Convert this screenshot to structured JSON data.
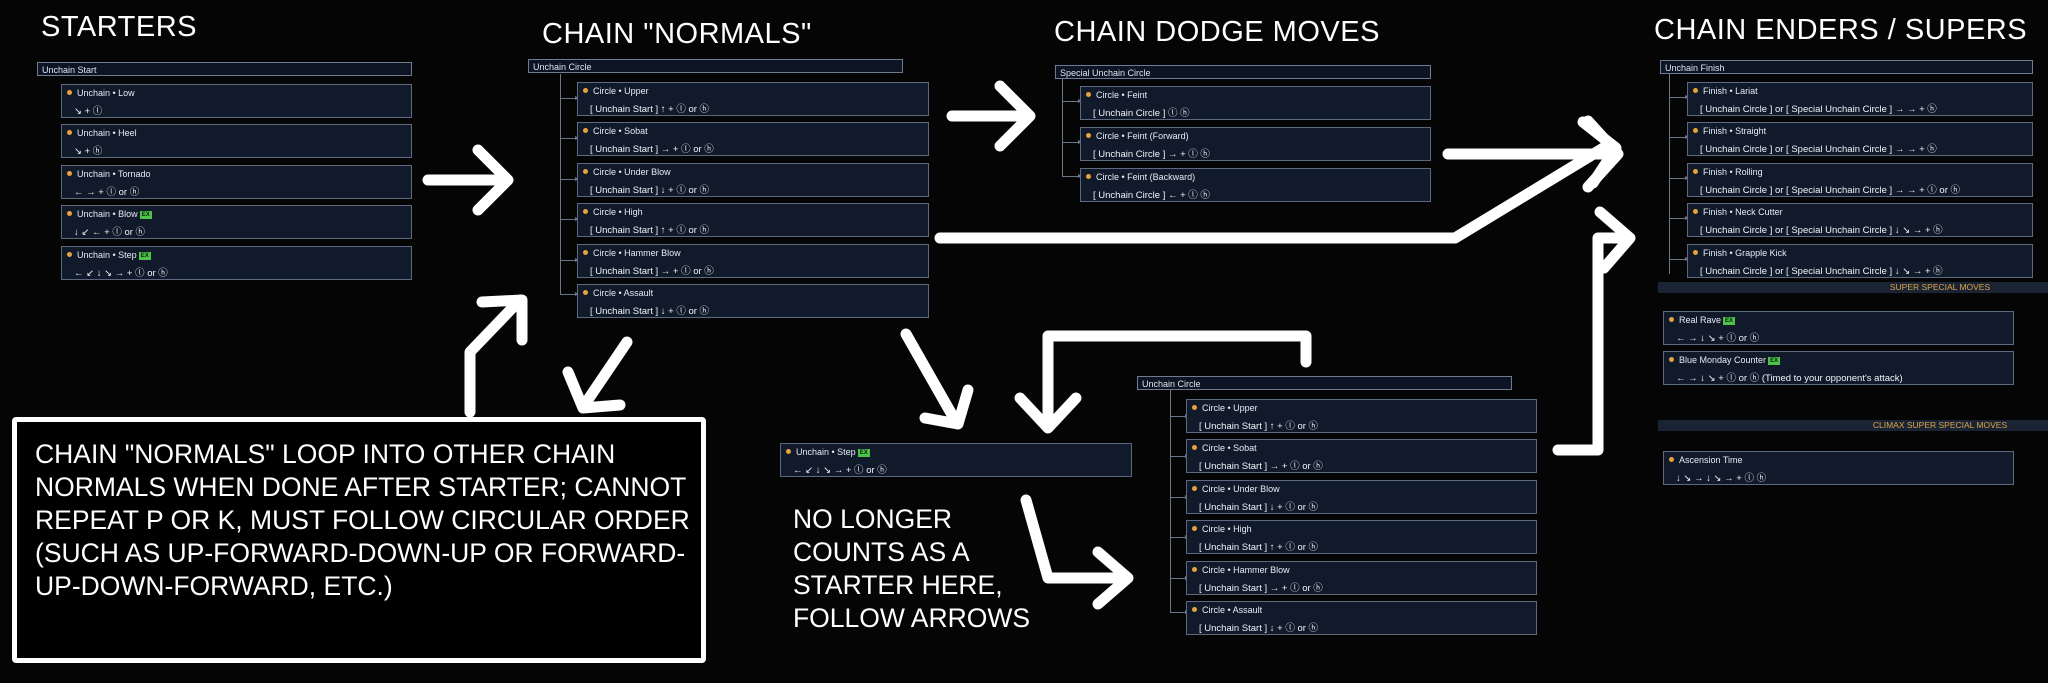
{
  "headings": {
    "starters": "STARTERS",
    "normals": "CHAIN \"NORMALS\"",
    "dodge": "CHAIN DODGE MOVES",
    "enders": "CHAIN ENDERS / SUPERS"
  },
  "starters": {
    "header": "Unchain Start",
    "items": [
      {
        "name": "Unchain • Low",
        "input": "↘ + ⓛ",
        "ex": ""
      },
      {
        "name": "Unchain • Heel",
        "input": "↘ + ⓗ",
        "ex": ""
      },
      {
        "name": "Unchain • Tornado",
        "input": "← → + ⓛ or ⓗ",
        "ex": ""
      },
      {
        "name": "Unchain • Blow",
        "input": "↓ ↙ ← + ⓛ or ⓗ",
        "ex": "EX"
      },
      {
        "name": "Unchain • Step",
        "input": "← ↙ ↓ ↘ → + ⓛ or ⓗ",
        "ex": "EX"
      }
    ]
  },
  "normals": {
    "header": "Unchain Circle",
    "items": [
      {
        "name": "Circle • Upper",
        "input": "[ Unchain Start ] ↑ + ⓛ or ⓗ"
      },
      {
        "name": "Circle • Sobat",
        "input": "[ Unchain Start ] → + ⓛ or ⓗ"
      },
      {
        "name": "Circle • Under Blow",
        "input": "[ Unchain Start ] ↓ + ⓛ or ⓗ"
      },
      {
        "name": "Circle • High",
        "input": "[ Unchain Start ] ↑ + ⓛ or ⓗ"
      },
      {
        "name": "Circle • Hammer Blow",
        "input": "[ Unchain Start ] → + ⓛ or ⓗ"
      },
      {
        "name": "Circle • Assault",
        "input": "[ Unchain Start ] ↓ + ⓛ or ⓗ"
      }
    ]
  },
  "dodge": {
    "header": "Special Unchain Circle",
    "items": [
      {
        "name": "Circle • Feint",
        "input": "[ Unchain Circle ] ⓛ ⓗ"
      },
      {
        "name": "Circle • Feint (Forward)",
        "input": "[ Unchain Circle ] → + ⓛ ⓗ"
      },
      {
        "name": "Circle • Feint (Backward)",
        "input": "[ Unchain Circle ] ← + ⓛ ⓗ"
      }
    ]
  },
  "enders": {
    "header": "Unchain Finish",
    "items": [
      {
        "name": "Finish • Lariat",
        "input": "[ Unchain Circle ] or [ Special Unchain Circle ] → → + ⓗ"
      },
      {
        "name": "Finish • Straight",
        "input": "[ Unchain Circle ] or [ Special Unchain Circle ] → → + ⓗ"
      },
      {
        "name": "Finish • Rolling",
        "input": "[ Unchain Circle ] or [ Special Unchain Circle ] → → + ⓛ or ⓗ"
      },
      {
        "name": "Finish • Neck Cutter",
        "input": "[ Unchain Circle ] or [ Special Unchain Circle ] ↓ ↘ → + ⓗ"
      },
      {
        "name": "Finish • Grapple Kick",
        "input": "[ Unchain Circle ] or [ Special Unchain Circle ] ↓ ↘ → + ⓗ"
      }
    ]
  },
  "supers": {
    "band": "SUPER SPECIAL MOVES",
    "items": [
      {
        "name": "Real Rave",
        "input": "← → ↓ ↘ + ⓛ or ⓗ",
        "ex": "EX"
      },
      {
        "name": "Blue Monday Counter",
        "input": "← → ↓ ↘ + ⓛ or ⓗ (Timed to your opponent's attack)",
        "ex": "EX"
      }
    ]
  },
  "climax": {
    "band": "CLIMAX SUPER SPECIAL MOVES",
    "items": [
      {
        "name": "Ascension Time",
        "input": "↓ ↘ → ↓ ↘ → + ⓛ ⓗ"
      }
    ]
  },
  "step_repeat": {
    "name": "Unchain • Step",
    "input": "← ↙ ↓ ↘ → + ⓛ or ⓗ",
    "ex": "EX"
  },
  "normals_repeat": {
    "header": "Unchain Circle",
    "items": [
      {
        "name": "Circle • Upper",
        "input": "[ Unchain Start ] ↑ + ⓛ or ⓗ"
      },
      {
        "name": "Circle • Sobat",
        "input": "[ Unchain Start ] → + ⓛ or ⓗ"
      },
      {
        "name": "Circle • Under Blow",
        "input": "[ Unchain Start ] ↓ + ⓛ or ⓗ"
      },
      {
        "name": "Circle • High",
        "input": "[ Unchain Start ] ↑ + ⓛ or ⓗ"
      },
      {
        "name": "Circle • Hammer Blow",
        "input": "[ Unchain Start ] → + ⓛ or ⓗ"
      },
      {
        "name": "Circle • Assault",
        "input": "[ Unchain Start ] ↓ + ⓛ or ⓗ"
      }
    ]
  },
  "notes": {
    "loop": "CHAIN \"NORMALS\" LOOP INTO OTHER CHAIN NORMALS WHEN DONE AFTER STARTER; CANNOT REPEAT P OR K, MUST FOLLOW CIRCULAR ORDER (SUCH AS UP-FORWARD-DOWN-UP OR FORWARD-UP-DOWN-FORWARD, ETC.)",
    "no_longer": "NO LONGER COUNTS AS A STARTER HERE, FOLLOW ARROWS"
  },
  "colors": {
    "background": "#050505",
    "panel": "#111a2b",
    "border": "#5c6980",
    "dot": "#e9a13b",
    "band_text": "#d9a444",
    "ex_badge": "#4ec24a"
  }
}
